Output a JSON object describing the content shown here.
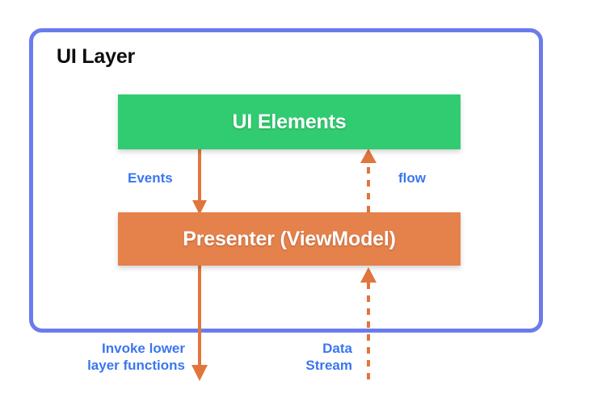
{
  "diagram": {
    "title": "UI Layer",
    "container": {
      "label": "UI Layer",
      "border_color": "#6b7bee"
    },
    "blocks": [
      {
        "id": "ui-elements",
        "label": "UI Elements",
        "color": "#31cc71",
        "text_color": "#ffffff"
      },
      {
        "id": "presenter",
        "label": "Presenter (ViewModel)",
        "color": "#e5814b",
        "text_color": "#ffffff"
      }
    ],
    "edges": [
      {
        "id": "events",
        "label": "Events",
        "style": "solid",
        "direction": "down",
        "from": "UI Elements",
        "to": "Presenter (ViewModel)",
        "color": "#e0763c"
      },
      {
        "id": "flow",
        "label": "flow",
        "style": "dashed",
        "direction": "up",
        "from": "Presenter (ViewModel)",
        "to": "UI Elements",
        "color": "#e0763c"
      },
      {
        "id": "invoke-lower-layer",
        "label": "Invoke lower\nlayer functions",
        "style": "solid",
        "direction": "down",
        "from": "Presenter (ViewModel)",
        "to": "lower layer",
        "color": "#e0763c"
      },
      {
        "id": "data-stream",
        "label": "Data\nStream",
        "style": "dashed",
        "direction": "up",
        "from": "lower layer",
        "to": "Presenter (ViewModel)",
        "color": "#e0763c"
      }
    ],
    "label_color": "#3b76f0"
  }
}
